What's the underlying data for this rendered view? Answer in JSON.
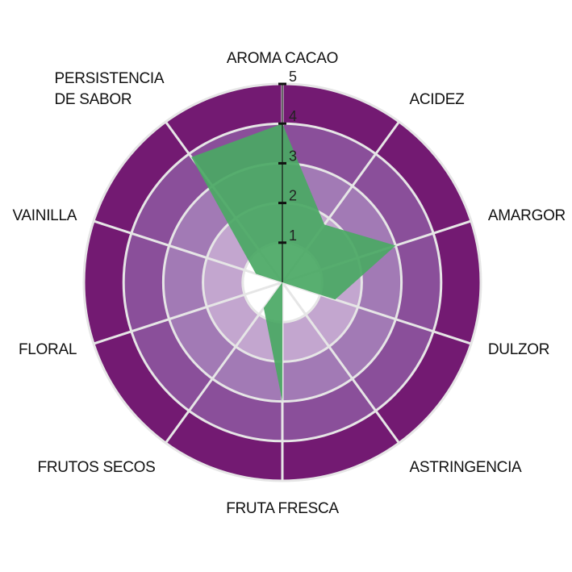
{
  "chart_data": {
    "type": "radar",
    "categories": [
      "AROMA CACAO",
      "ACIDEZ",
      "AMARGOR",
      "DULZOR",
      "ASTRINGENCIA",
      "FRUTA FRESCA",
      "FRUTOS SECOS",
      "FLORAL",
      "VAINILLA",
      "PERSISTENCIA DE SABOR"
    ],
    "label_lines": [
      [
        "AROMA CACAO"
      ],
      [
        "ACIDEZ"
      ],
      [
        "AMARGOR"
      ],
      [
        "DULZOR"
      ],
      [
        "ASTRINGENCIA"
      ],
      [
        "FRUTA FRESCA"
      ],
      [
        "FRUTOS SECOS"
      ],
      [
        "FLORAL"
      ],
      [
        "VAINILLA"
      ],
      [
        "PERSISTENCIA",
        "DE SABOR"
      ]
    ],
    "series": [
      {
        "values": [
          4,
          1.8,
          3,
          1.4,
          0,
          3,
          0.8,
          0,
          0.7,
          3.9
        ]
      }
    ],
    "rlim": [
      0,
      5
    ],
    "ticks": [
      "1",
      "2",
      "3",
      "4",
      "5"
    ],
    "colors": {
      "ring_fills": [
        "#ffffff",
        "#c3a6cf",
        "#a27ab5",
        "#8a4f9a",
        "#731a72"
      ],
      "series_fill": "#4aa864",
      "series_opacity": 0.92,
      "ring_stroke": "#e6e6e6",
      "label_color": "#111111"
    }
  }
}
